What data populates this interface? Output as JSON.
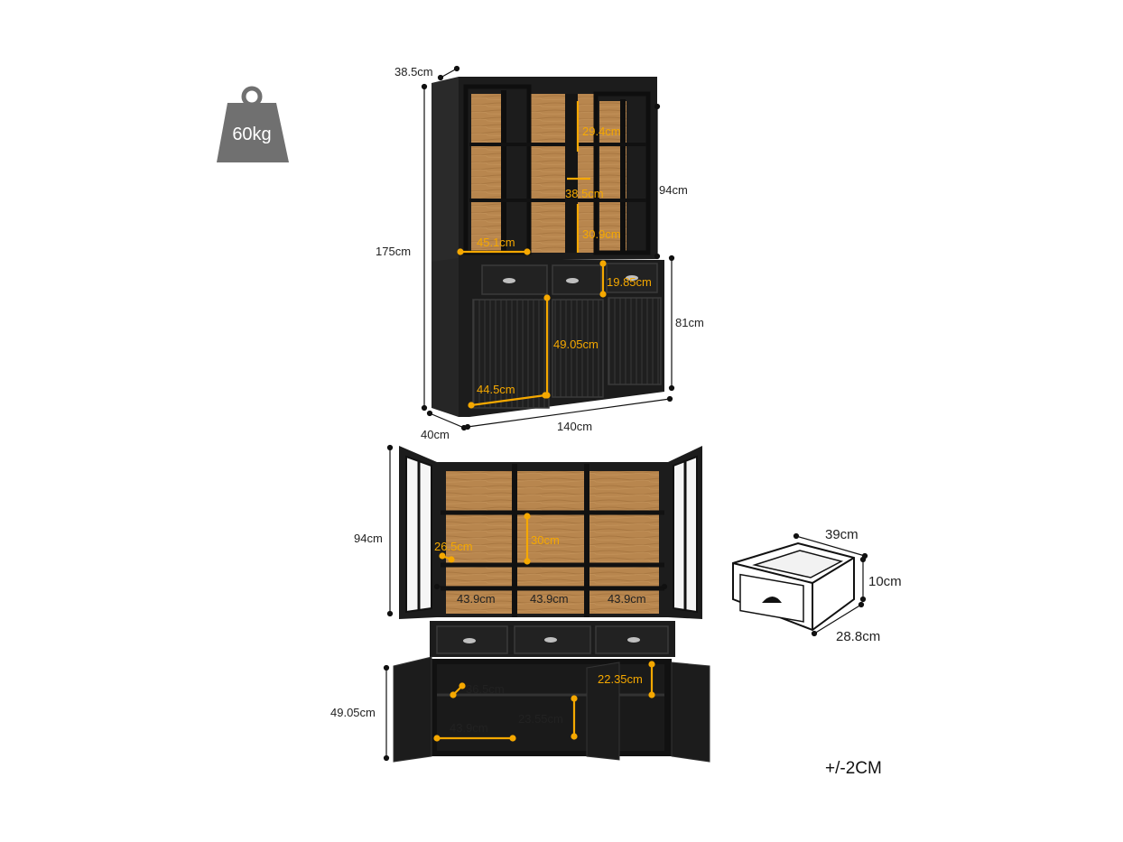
{
  "weight": {
    "icon": "weight-icon",
    "label": "60kg"
  },
  "tolerance": "+/-2CM",
  "colors": {
    "cabinet": "#1c1c1c",
    "wood": "#b8864e",
    "accent": "#f5a800",
    "weight_icon": "#707070"
  },
  "upper_view": {
    "overall_height": "175cm",
    "width": "140cm",
    "depth_base": "40cm",
    "depth_top": "38.5cm",
    "hutch_height": "94cm",
    "base_height": "81cm",
    "shelf_gap_top": "29.4cm",
    "shelf_depth": "38.5cm",
    "shelf_gap_bottom": "30.9cm",
    "hutch_inner_width": "45.1cm",
    "drawer_height": "19.85cm",
    "door_height": "49.05cm",
    "door_width": "44.5cm"
  },
  "lower_view": {
    "hutch_height": "94cm",
    "shelf_depth": "26.5cm",
    "shelf_gap": "30cm",
    "compartment_widths": [
      "43.9cm",
      "43.9cm",
      "43.9cm"
    ],
    "base_door_height": "49.05cm",
    "base_shelf_depth": "36.5cm",
    "base_inner_width": "43.9cm",
    "base_shelf_gap": "23.55cm",
    "right_compartment_gap": "22.35cm"
  },
  "drawer_detail": {
    "width": "39cm",
    "height": "10cm",
    "depth": "28.8cm"
  }
}
